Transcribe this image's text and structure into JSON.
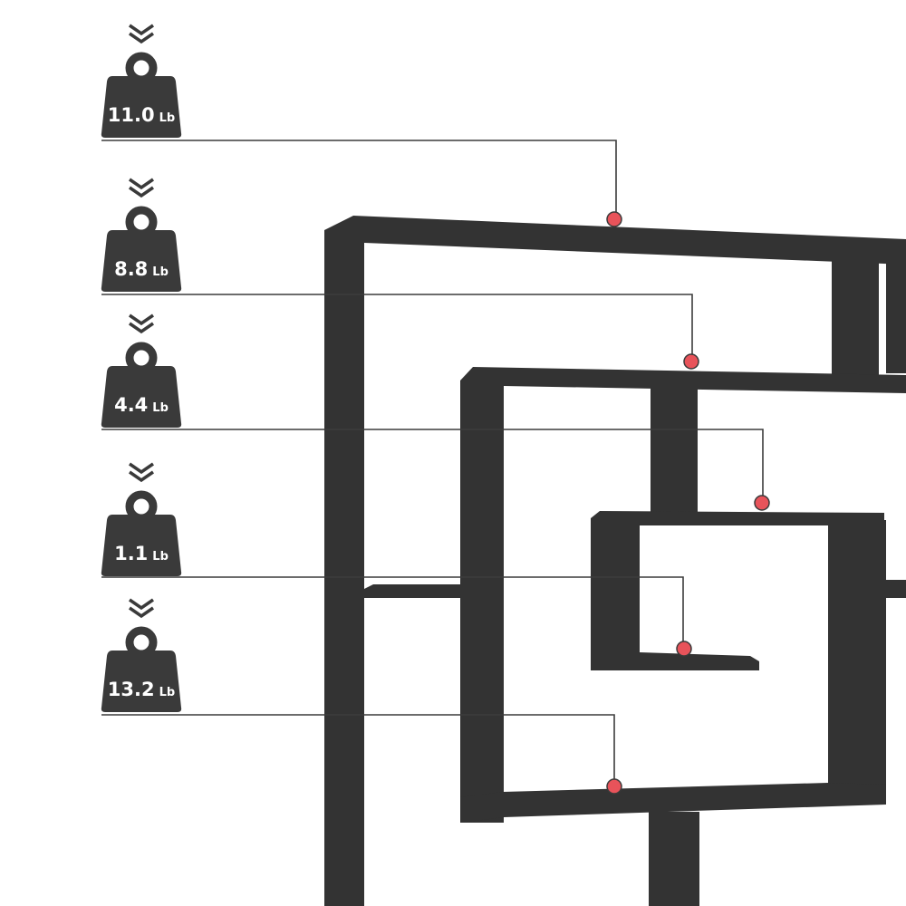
{
  "colors": {
    "shelf": "#333333",
    "shelf_shadow": "#262626",
    "weight_icon": "#3a3a3a",
    "leader_line": "#3c3c3c",
    "marker": "#e8535a",
    "background": "#ffffff"
  },
  "weights": [
    {
      "value": "11.0",
      "unit": "Lb",
      "icon": "weight-icon"
    },
    {
      "value": "8.8",
      "unit": "Lb",
      "icon": "weight-icon"
    },
    {
      "value": "4.4",
      "unit": "Lb",
      "icon": "weight-icon"
    },
    {
      "value": "1.1",
      "unit": "Lb",
      "icon": "weight-icon"
    },
    {
      "value": "13.2",
      "unit": "Lb",
      "icon": "weight-icon"
    }
  ]
}
